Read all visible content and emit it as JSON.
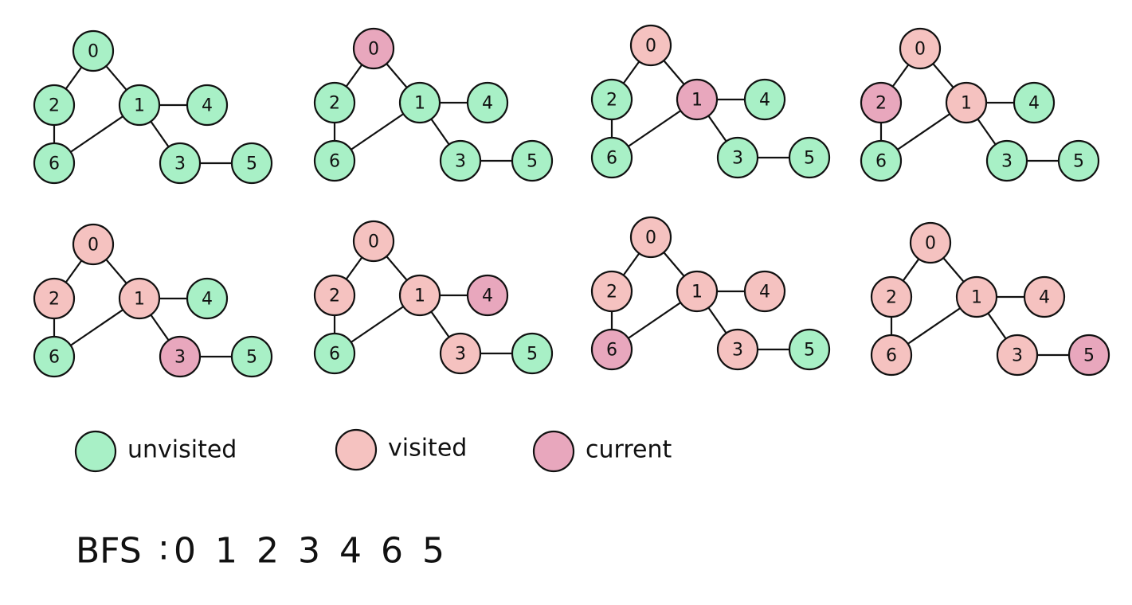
{
  "colors": {
    "unvisited": "#a8f0c6",
    "visited": "#f5c2c0",
    "current": "#e8a7bd",
    "stroke": "#111111"
  },
  "graph": {
    "nodes": [
      "0",
      "1",
      "2",
      "3",
      "4",
      "5",
      "6"
    ],
    "edges": [
      [
        "0",
        "2"
      ],
      [
        "0",
        "1"
      ],
      [
        "1",
        "4"
      ],
      [
        "1",
        "6"
      ],
      [
        "1",
        "3"
      ],
      [
        "3",
        "5"
      ],
      [
        "2",
        "6"
      ]
    ]
  },
  "steps": [
    {
      "states": {
        "0": "unvisited",
        "1": "unvisited",
        "2": "unvisited",
        "3": "unvisited",
        "4": "unvisited",
        "5": "unvisited",
        "6": "unvisited"
      }
    },
    {
      "states": {
        "0": "current",
        "1": "unvisited",
        "2": "unvisited",
        "3": "unvisited",
        "4": "unvisited",
        "5": "unvisited",
        "6": "unvisited"
      }
    },
    {
      "states": {
        "0": "visited",
        "1": "current",
        "2": "unvisited",
        "3": "unvisited",
        "4": "unvisited",
        "5": "unvisited",
        "6": "unvisited"
      }
    },
    {
      "states": {
        "0": "visited",
        "1": "visited",
        "2": "current",
        "3": "unvisited",
        "4": "unvisited",
        "5": "unvisited",
        "6": "unvisited"
      }
    },
    {
      "states": {
        "0": "visited",
        "1": "visited",
        "2": "visited",
        "3": "current",
        "4": "unvisited",
        "5": "unvisited",
        "6": "unvisited"
      }
    },
    {
      "states": {
        "0": "visited",
        "1": "visited",
        "2": "visited",
        "3": "visited",
        "4": "current",
        "5": "unvisited",
        "6": "unvisited"
      }
    },
    {
      "states": {
        "0": "visited",
        "1": "visited",
        "2": "visited",
        "3": "visited",
        "4": "visited",
        "5": "unvisited",
        "6": "current"
      }
    },
    {
      "states": {
        "0": "visited",
        "1": "visited",
        "2": "visited",
        "3": "visited",
        "4": "visited",
        "5": "current",
        "6": "visited"
      }
    }
  ],
  "legend": [
    {
      "state": "unvisited",
      "label": "unvisited"
    },
    {
      "state": "visited",
      "label": "visited"
    },
    {
      "state": "current",
      "label": "current"
    }
  ],
  "bfs": {
    "label": "BFS",
    "separator": ":",
    "order": [
      "0",
      "1",
      "2",
      "3",
      "4",
      "6",
      "5"
    ]
  }
}
